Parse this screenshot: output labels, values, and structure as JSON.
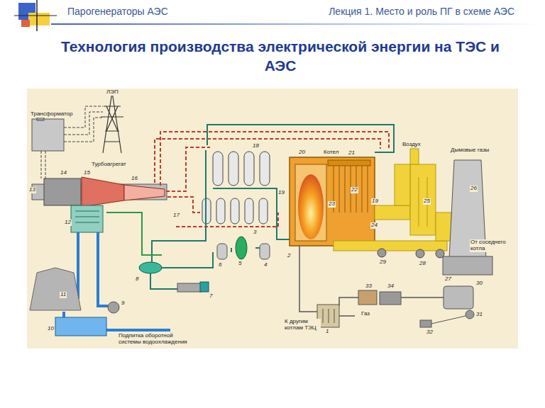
{
  "diagram": {
    "title": "Технология производства электрической энергии на ТЭС и АЭС",
    "labels": [
      "Парогенераторы АЭС",
      "Лекция 1. Место и роль ПГ в схеме АЭС",
      "ЛЭП",
      "Трансформатор",
      "Турбоагрегат",
      "Котел",
      "Воздух",
      "Дымовые газы",
      "От соседнего котла",
      "Газ",
      "К другим котлам ТЭЦ",
      "Подпитка оборотной системы водоохлаждения",
      "1",
      "2",
      "3",
      "4",
      "5",
      "6",
      "7",
      "8",
      "9",
      "10",
      "11",
      "12",
      "13",
      "14",
      "15",
      "16",
      "17",
      "18",
      "19",
      "20",
      "21",
      "22",
      "23",
      "19",
      "24",
      "25",
      "26",
      "27",
      "28",
      "29",
      "30",
      "31",
      "32",
      "33",
      "34"
    ]
  }
}
